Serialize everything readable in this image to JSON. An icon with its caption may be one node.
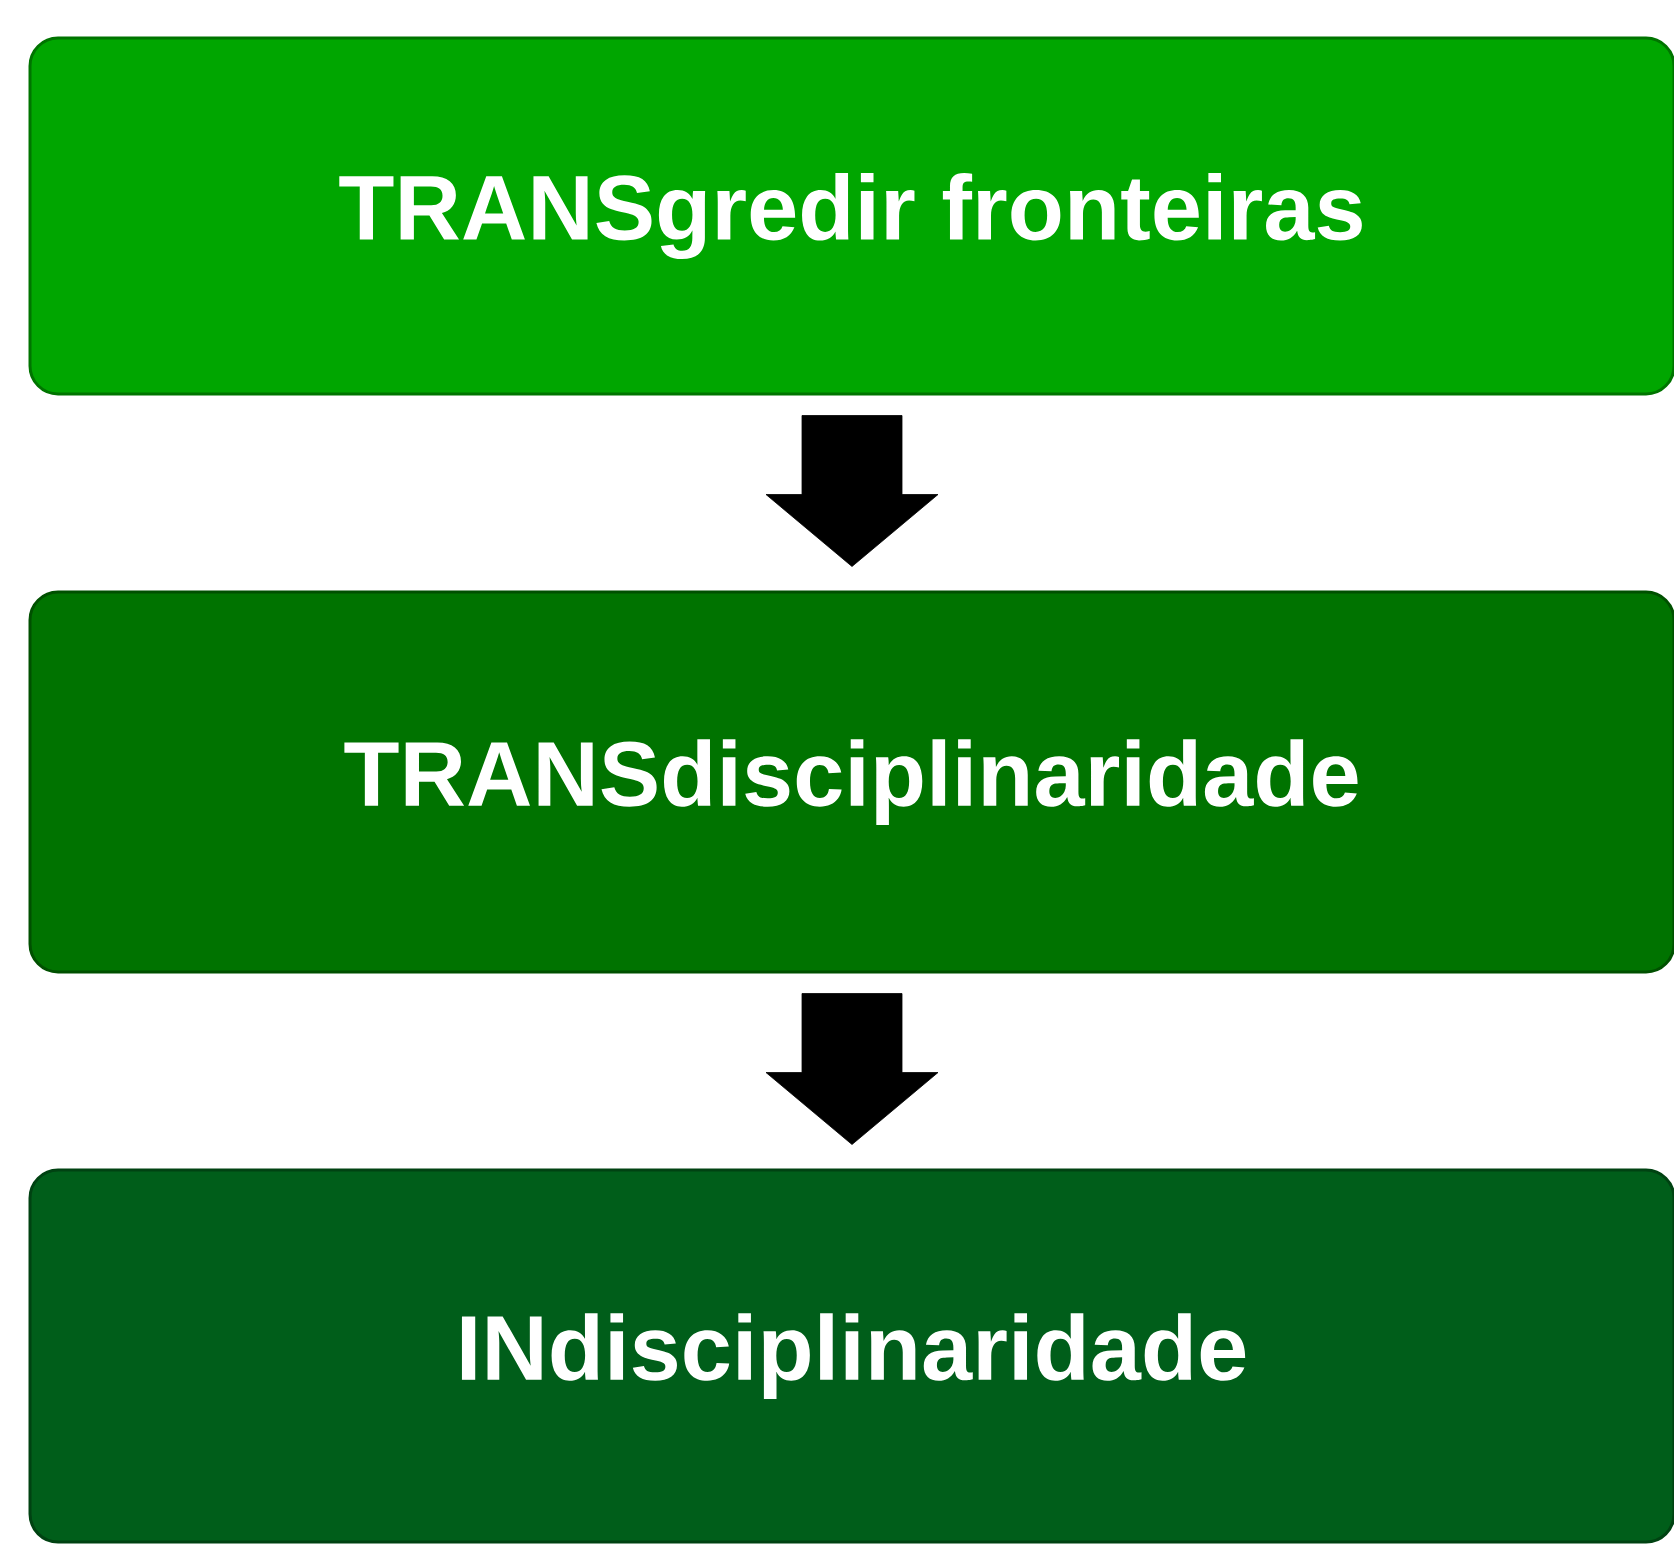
{
  "diagram": {
    "nodes": [
      {
        "text": [
          "TRANSgredir fronteiras"
        ]
      },
      {
        "text": [
          "TRANSdisciplinaridade"
        ]
      },
      {
        "text": [
          "INdisciplinaridade"
        ]
      }
    ],
    "edges": [
      {
        "from": 0,
        "to": 1,
        "arrow": "to"
      },
      {
        "from": 1,
        "to": 2,
        "arrow": "to"
      }
    ]
  }
}
